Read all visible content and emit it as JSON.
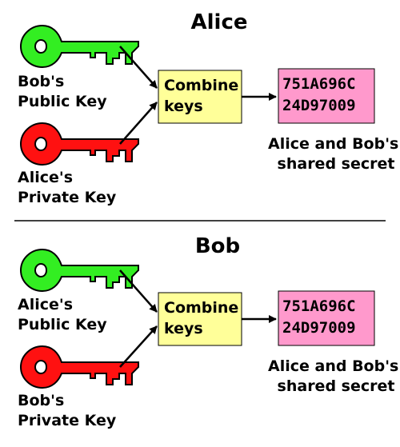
{
  "colors": {
    "public_key": "#33ee22",
    "private_key": "#ff1111",
    "combine_box": "#ffff99",
    "secret_box": "#ff99cc"
  },
  "alice": {
    "title": "Alice",
    "public_key_label": [
      "Bob's",
      "Public Key"
    ],
    "private_key_label": [
      "Alice's",
      "Private Key"
    ],
    "combine_label": [
      "Combine",
      "keys"
    ],
    "secret_value": [
      "751A696C",
      "24D97009"
    ],
    "secret_caption": [
      "Alice and Bob's",
      "shared secret"
    ]
  },
  "bob": {
    "title": "Bob",
    "public_key_label": [
      "Alice's",
      "Public Key"
    ],
    "private_key_label": [
      "Bob's",
      "Private Key"
    ],
    "combine_label": [
      "Combine",
      "keys"
    ],
    "secret_value": [
      "751A696C",
      "24D97009"
    ],
    "secret_caption": [
      "Alice and Bob's",
      "shared secret"
    ]
  }
}
